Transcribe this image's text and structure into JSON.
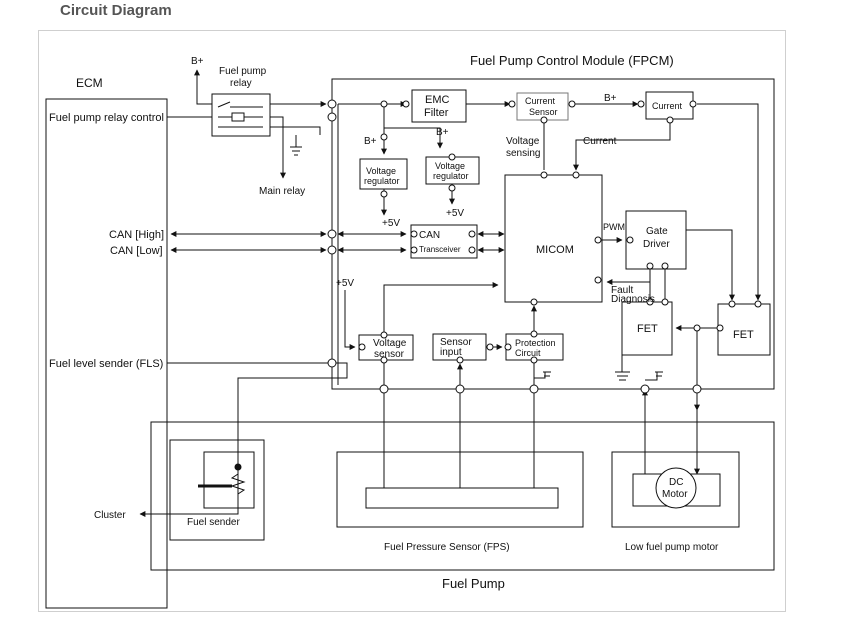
{
  "page": {
    "title": "Circuit Diagram"
  },
  "labels": {
    "ecm": "ECM",
    "fpcm": "Fuel Pump Control Module (FPCM)",
    "b_plus_top": "B+",
    "fuel_pump_relay_1": "Fuel pump",
    "fuel_pump_relay_2": "relay",
    "main_relay": "Main relay",
    "fuel_pump_relay_control": "Fuel pump relay control",
    "can_high": "CAN [High]",
    "can_low": "CAN [Low]",
    "fuel_level_sender": "Fuel level sender (FLS)",
    "emc_filter_1": "EMC",
    "emc_filter_2": "Filter",
    "current_sensor_1": "Current",
    "current_sensor_2": "Sensor",
    "b_plus_right": "B+",
    "current_box": "Current",
    "b_plus_mid": "B+",
    "b_plus_mid2": "B+",
    "voltage_sensing_1": "Voltage",
    "voltage_sensing_2": "sensing",
    "current_label": "Current",
    "voltage_regulator_a_1": "Voltage",
    "voltage_regulator_a_2": "regulator",
    "voltage_regulator_b_1": "Voltage",
    "voltage_regulator_b_2": "regulator",
    "plus5v_a": "+5V",
    "plus5v_b": "+5V",
    "plus5v_c": "+5V",
    "can_box": "CAN",
    "transceiver": "Transceiver",
    "micom": "MICOM",
    "pwm": "PWM",
    "gate_driver_1": "Gate",
    "gate_driver_2": "Driver",
    "fault_diag_1": "Fault",
    "fault_diag_2": "Diagnosis",
    "fet_left": "FET",
    "fet_right": "FET",
    "voltage_sensor_1": "Voltage",
    "voltage_sensor_2": "sensor",
    "sensor_input_1": "Sensor",
    "sensor_input_2": "input",
    "protection_1": "Protection",
    "protection_2": "Circuit",
    "cluster": "Cluster",
    "fuel_sender": "Fuel sender",
    "dc_motor_1": "DC",
    "dc_motor_2": "Motor",
    "fps": "Fuel Pressure Sensor (FPS)",
    "low_fuel_pump_motor": "Low fuel pump motor",
    "fuel_pump": "Fuel Pump"
  }
}
